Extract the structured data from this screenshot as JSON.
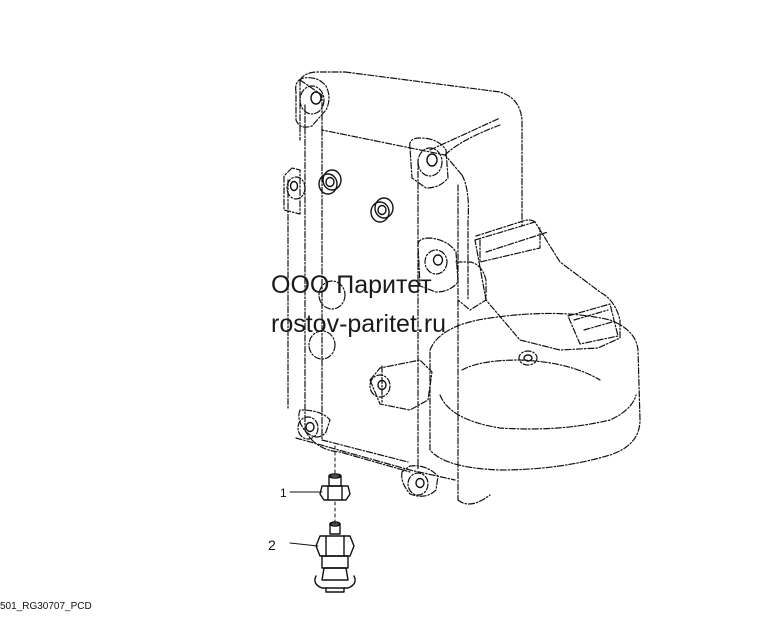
{
  "callouts": {
    "part_1": "1",
    "part_2": "2"
  },
  "watermark": {
    "company": "ООО Паритет",
    "website": "rostov-paritet.ru"
  },
  "figure_code": "501_RG30707_PCD",
  "colors": {
    "line": "#111111",
    "background": "#ffffff"
  }
}
